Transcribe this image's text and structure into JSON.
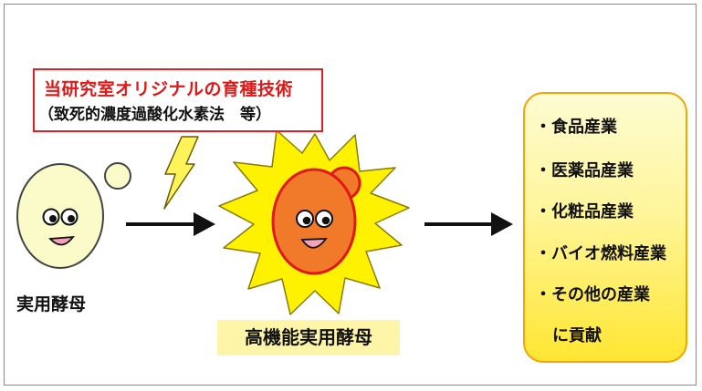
{
  "method": {
    "title": "当研究室オリジナルの育種技術",
    "subtitle": "（致死的濃度過酸化水素法　等）"
  },
  "yeast": {
    "label": "実用酵母"
  },
  "high_function_yeast": {
    "label": "高機能実用酵母"
  },
  "industries": {
    "items": [
      "・食品産業",
      "・医薬品産業",
      "・化粧品産業",
      "・バイオ燃料産業",
      "・その他の産業"
    ],
    "footer": "に貢献"
  },
  "colors": {
    "accent_red": "#e01818",
    "yeast_fill": "#fafbc8",
    "high_yeast_fill": "#f07a2a",
    "burst_fill": "#fff200",
    "industry_border": "#f5a300"
  },
  "icons": [
    "lightning-icon",
    "arrow-right-icon",
    "yeast-face-icon",
    "starburst-icon"
  ]
}
